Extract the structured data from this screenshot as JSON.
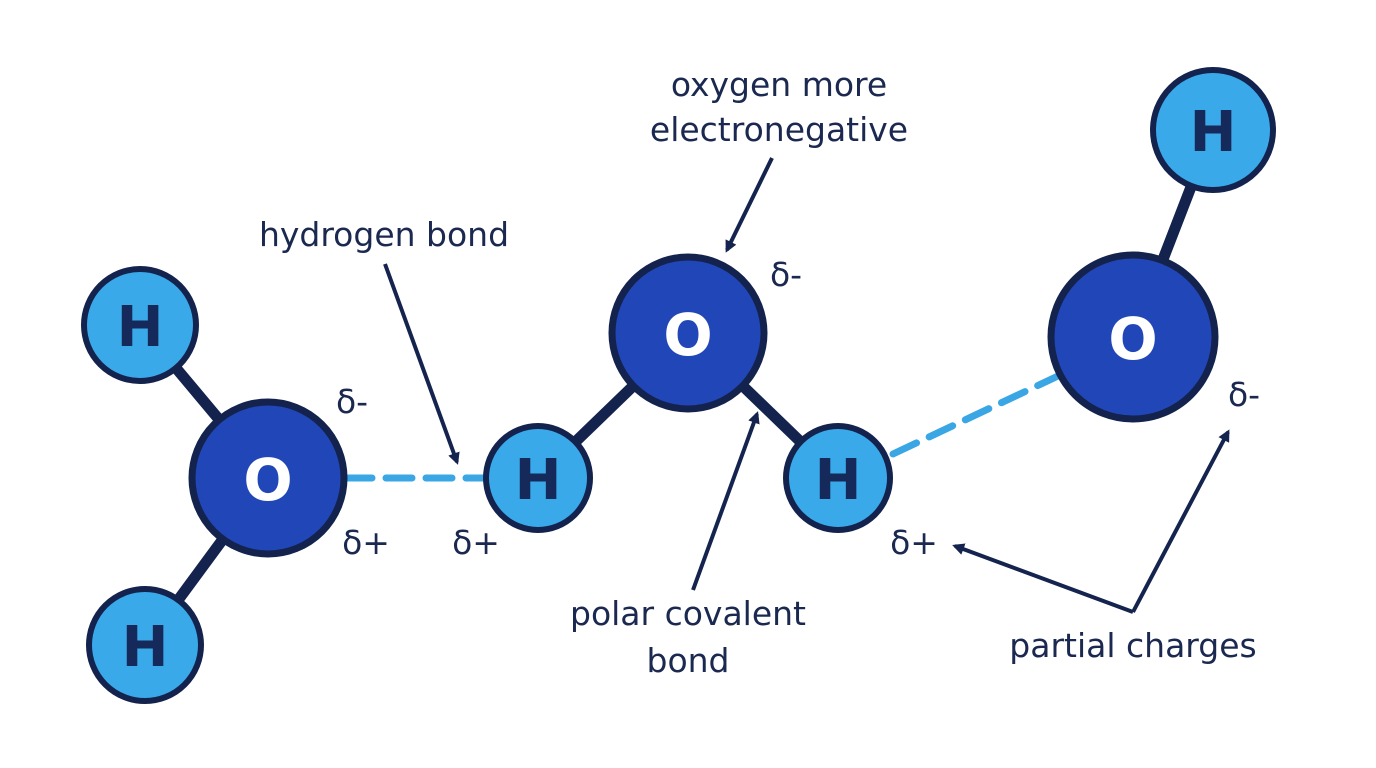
{
  "atoms": {
    "h_top_left": "H",
    "h_bottom_left": "H",
    "o_left": "O",
    "h_mid_left": "H",
    "o_center": "O",
    "h_mid_right": "H",
    "o_right": "O",
    "h_top_right": "H"
  },
  "charges": {
    "o_left_minus": "δ-",
    "o_left_plus": "δ+",
    "h_mid_left_plus": "δ+",
    "o_center_minus": "δ-",
    "h_mid_right_plus": "δ+",
    "o_right_minus": "δ-"
  },
  "annotations": {
    "hydrogen_bond": "hydrogen bond",
    "oxygen_line1": "oxygen more",
    "oxygen_line2": "electronegative",
    "polar_line1": "polar covalent",
    "polar_line2": "bond",
    "partial_charges": "partial charges"
  },
  "colors": {
    "oxygen_fill": "#2146b8",
    "hydrogen_fill": "#3aa9ea",
    "outline": "#13234d",
    "hydrogen_bond": "#3aa6e4",
    "text": "#1b2850"
  }
}
